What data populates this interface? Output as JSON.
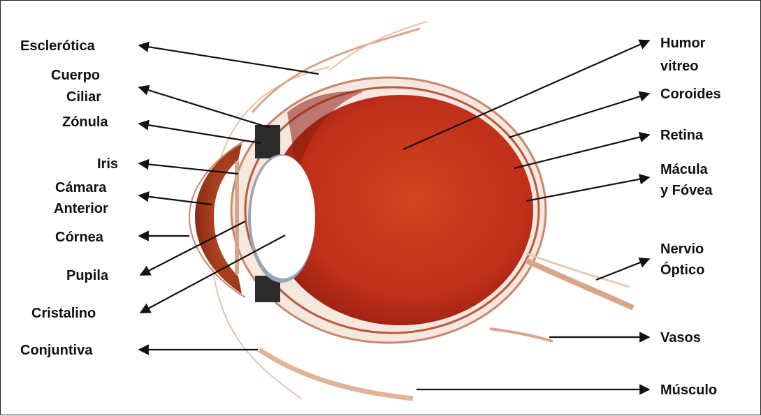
{
  "labels": {
    "esclerotica": "Esclerótica",
    "cuerpo_ciliar_1": "Cuerpo",
    "cuerpo_ciliar_2": "Ciliar",
    "zonula": "Zónula",
    "iris": "Iris",
    "camara_1": "Cámara",
    "camara_2": "Anterior",
    "cornea": "Córnea",
    "pupila": "Pupila",
    "cristalino": "Cristalino",
    "conjuntiva": "Conjuntiva",
    "humor_1": "Humor",
    "humor_2": "vitreo",
    "coroides": "Coroides",
    "retina": "Retina",
    "macula_1": "Mácula",
    "macula_2": "y Fóvea",
    "nervio_1": "Nervio",
    "nervio_2": "Óptico",
    "vasos": "Vasos",
    "musculo": "Músculo"
  },
  "colors": {
    "vitreous": "#c8321a",
    "vitreous_dark": "#8e1c10",
    "sclera_line": "#c9866a",
    "lens": "#ffffff",
    "lens_shadow": "#9aa6b8",
    "iris": "#2b2b2b",
    "cornea": "#a8421f"
  }
}
